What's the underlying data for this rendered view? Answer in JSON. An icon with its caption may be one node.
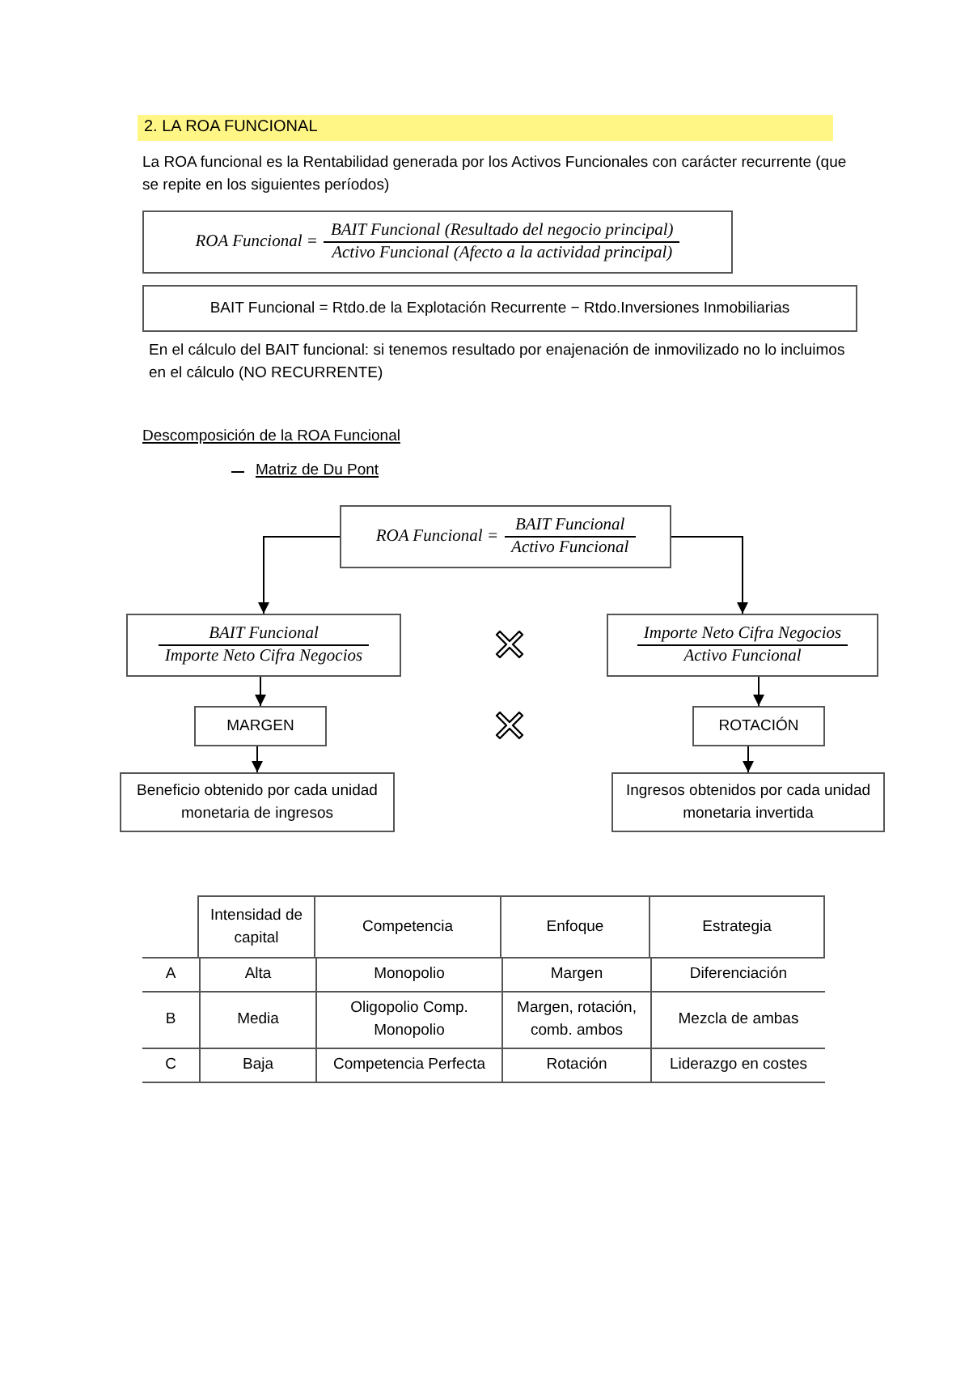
{
  "diagram": {
    "title": "2. LA ROA FUNCIONAL",
    "nodes": [
      {
        "text": [
          "ROA Funcional =",
          "BAIT Funcional (Resultado del negocio principal)",
          "Activo Funcional (Afecto a la actividad principal)"
        ]
      },
      {
        "text": [
          "BAIT Funcional = Rtdo.de la Explotación Recurrente − Rtdo.Inversiones Inmobiliarias"
        ]
      },
      {
        "text": [
          "ROA Funcional =",
          "BAIT Funcional",
          "Activo Funcional"
        ]
      },
      {
        "text": [
          "BAIT Funcional",
          "Importe Neto Cifra Negocios"
        ]
      },
      {
        "text": [
          "Importe Neto Cifra Negocios",
          "Activo Funcional"
        ]
      },
      {
        "text": [
          "MARGEN"
        ]
      },
      {
        "text": [
          "ROTACIÓN"
        ]
      },
      {
        "text": [
          "Beneficio obtenido por cada unidad monetaria de ingresos"
        ]
      },
      {
        "text": [
          "Ingresos obtenidos por cada unidad monetaria invertida"
        ]
      }
    ],
    "edges": [
      {
        "from": 2,
        "to": 3,
        "arrow": "to"
      },
      {
        "from": 2,
        "to": 4,
        "arrow": "to"
      },
      {
        "from": 3,
        "to": 5,
        "arrow": "to"
      },
      {
        "from": 5,
        "to": 7,
        "arrow": "to"
      },
      {
        "from": 4,
        "to": 6,
        "arrow": "to"
      },
      {
        "from": 6,
        "to": 8,
        "arrow": "to"
      }
    ],
    "labels": [
      "La ROA funcional es la Rentabilidad generada por los Activos Funcionales con carácter recurrente (que se repite en los siguientes períodos)",
      "En el cálculo del BAIT funcional: si tenemos resultado por enajenación de inmovilizado no lo incluimos en el cálculo (NO RECURRENTE)",
      "Descomposición de la ROA Funcional",
      "Matriz de Du Pont",
      "Intensidad de capital",
      "Competencia",
      "Enfoque",
      "Estrategia",
      "A",
      "Alta",
      "Monopolio",
      "Margen",
      "Diferenciación",
      "B",
      "Media",
      "Oligopolio Comp. Monopolio",
      "Margen, rotación, comb. ambos",
      "Mezcla de ambas",
      "C",
      "Baja",
      "Competencia Perfecta",
      "Rotación",
      "Liderazgo en costes"
    ]
  }
}
